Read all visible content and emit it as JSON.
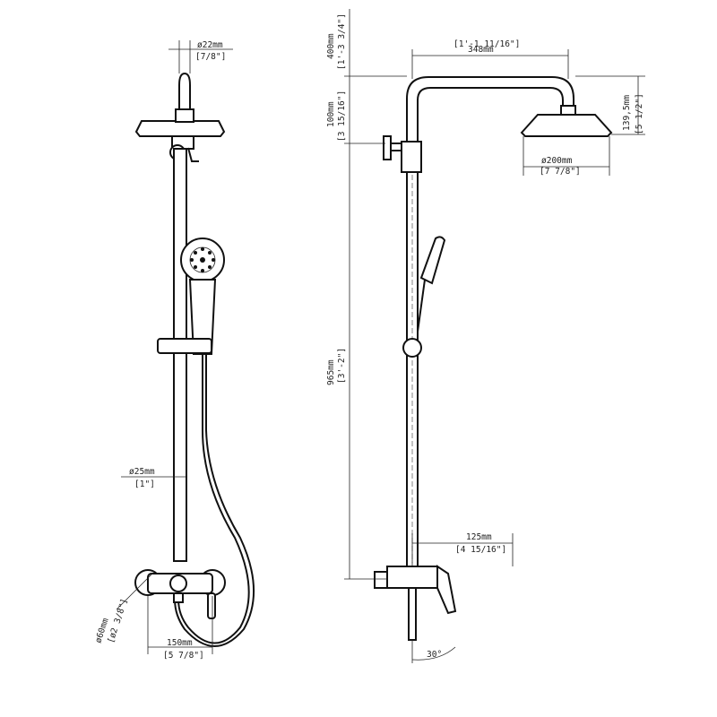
{
  "front_view": {
    "pipe_diameter": {
      "mm": "ø22mm",
      "inch": "[7/8\"]"
    },
    "rail_diameter": {
      "mm": "ø25mm",
      "inch": "[1\"]"
    },
    "escutcheon_diameter": {
      "mm": "ø60mm",
      "inch": "[ø2 3/8\"]"
    },
    "mixer_spacing": {
      "mm": "150mm",
      "inch": "[5 7/8\"]"
    }
  },
  "side_view": {
    "arm_reach": {
      "mm": "348mm",
      "inch": "[1'-1 11/16\"]"
    },
    "top_height": {
      "mm": "400mm",
      "inch": "[1'-3 3/4\"]"
    },
    "diverter_height": {
      "mm": "100mm",
      "inch": "[3 15/16\"]"
    },
    "head_drop": {
      "mm": "139,5mm",
      "inch": "[5 1/2\"]"
    },
    "head_diameter": {
      "mm": "ø200mm",
      "inch": "[7 7/8\"]"
    },
    "riser_length": {
      "mm": "965mm",
      "inch": "[3'-2\"]"
    },
    "mixer_projection": {
      "mm": "125mm",
      "inch": "[4 15/16\"]"
    },
    "lever_angle": "30°"
  }
}
